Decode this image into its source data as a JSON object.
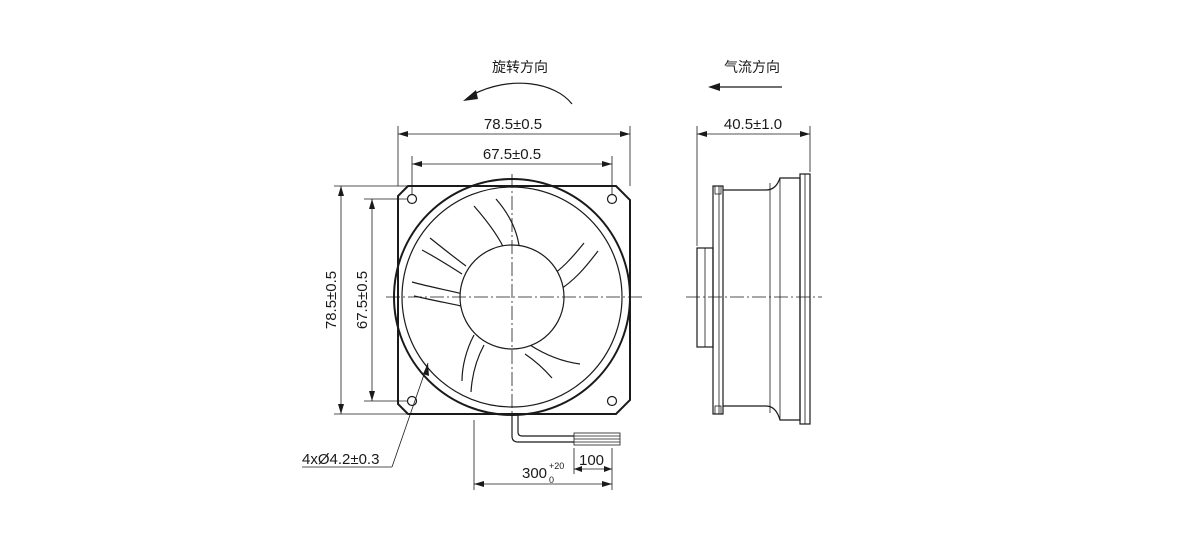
{
  "labels": {
    "rotation_direction": "旋转方向",
    "airflow_direction": "气流方向"
  },
  "dimensions": {
    "frame_width": "78.5±0.5",
    "hole_pitch_horizontal": "67.5±0.5",
    "frame_height": "78.5±0.5",
    "hole_pitch_vertical": "67.5±0.5",
    "fan_depth": "40.5±1.0",
    "mounting_holes": "4xØ4.2±0.3",
    "lead_length": "300",
    "lead_tol_upper": "+20",
    "lead_tol_lower": "0",
    "strip_length": "100"
  }
}
